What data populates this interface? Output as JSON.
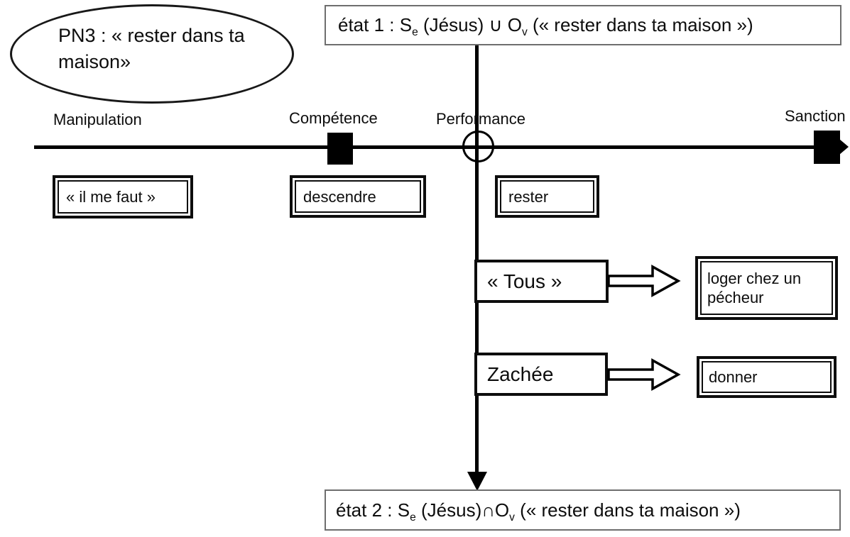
{
  "ellipse": {
    "label": "PN3 : « rester dans ta maison»"
  },
  "etat1": {
    "prefix": "état 1 : S",
    "sub1": "e",
    "mid": " (Jésus) ∪ O",
    "sub2": "v",
    "suffix": " (« rester dans ta maison »)"
  },
  "etat2": {
    "prefix": "état 2 : S",
    "sub1": "e",
    "mid": " (Jésus)∩O",
    "sub2": "v",
    "suffix": " (« rester dans ta maison »)"
  },
  "axis": {
    "labels": [
      "Manipulation",
      "Compétence",
      "Performance",
      "Sanction"
    ]
  },
  "phase_boxes": [
    {
      "label": "« il me faut »"
    },
    {
      "label": "descendre"
    },
    {
      "label": "rester"
    }
  ],
  "branches": [
    {
      "actor": "« Tous »",
      "result": "loger chez un pécheur"
    },
    {
      "actor": "Zachée",
      "result": "donner"
    }
  ]
}
